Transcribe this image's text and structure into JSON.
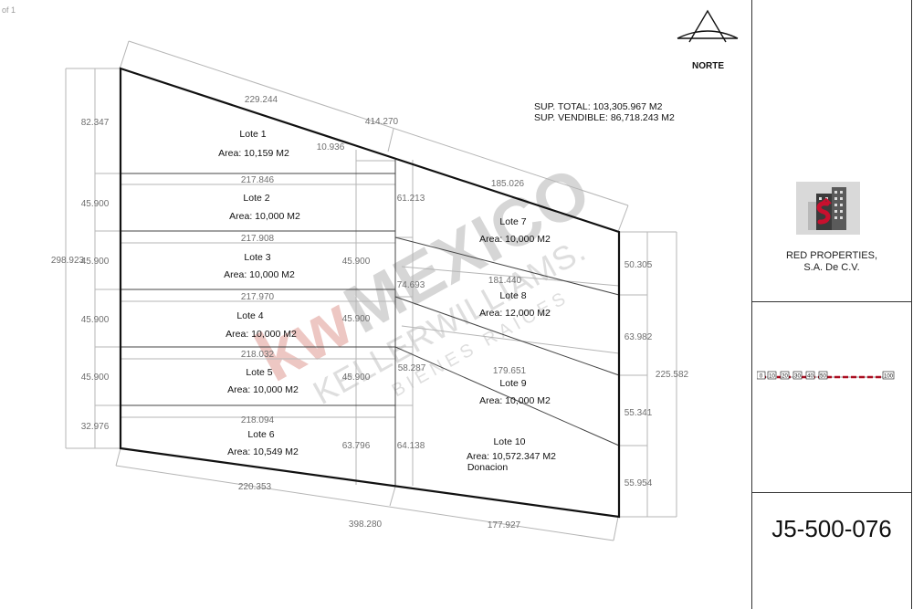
{
  "page_indicator": "of 1",
  "north_label": "NORTE",
  "totals": {
    "total_area": "SUP. TOTAL: 103,305.967 M2",
    "sellable_area": "SUP. VENDIBLE: 86,718.243 M2"
  },
  "lots": [
    {
      "name": "Lote 1",
      "area": "Area: 10,159 M2"
    },
    {
      "name": "Lote 2",
      "area": "Area: 10,000 M2"
    },
    {
      "name": "Lote 3",
      "area": "Area: 10,000 M2"
    },
    {
      "name": "Lote 4",
      "area": "Area: 10,000 M2"
    },
    {
      "name": "Lote 5",
      "area": "Area: 10,000 M2"
    },
    {
      "name": "Lote 6",
      "area": "Area: 10,549 M2"
    },
    {
      "name": "Lote 7",
      "area": "Area: 10,000 M2"
    },
    {
      "name": "Lote 8",
      "area": "Area: 12,000 M2"
    },
    {
      "name": "Lote 9",
      "area": "Area: 10,000 M2"
    },
    {
      "name": "Lote 10",
      "area": "Area: 10,572.347 M2",
      "note": "Donacion"
    }
  ],
  "dimensions": {
    "top_diag_1": "229.244",
    "top_diag_total": "414.270",
    "top_diag_2": "185.026",
    "left_total": "298.923",
    "left_1": "82.347",
    "left_2": "45.900",
    "left_3": "45.900",
    "left_4": "45.900",
    "left_5": "45.900",
    "left_6": "32.976",
    "w1": "217.846",
    "w2": "217.908",
    "w3": "217.970",
    "w4": "218.032",
    "w5": "218.094",
    "step": "10.936",
    "mid_1": "61.213",
    "mid_2": "45.900",
    "mid_3": "45.900",
    "mid_4": "45.900",
    "mid_5": "63.796",
    "inner_1": "74.693",
    "inner_2": "58.287",
    "inner_3": "64.138",
    "d8": "181.440",
    "d9": "179.651",
    "right_1": "50.305",
    "right_2": "63.982",
    "right_3": "55.341",
    "right_4": "55.954",
    "right_total": "225.582",
    "bottom_1": "220.353",
    "bottom_total": "398.280",
    "bottom_2": "177.927"
  },
  "watermark": {
    "brand": "kw",
    "region": "MEXICO",
    "line1": "KELLERWILLIAMS.",
    "line2": "BIENES RAICES"
  },
  "company": {
    "line1": "RED PROPERTIES,",
    "line2": "S.A. De C.V."
  },
  "scale_bar": {
    "ticks": [
      "0",
      "10",
      "20",
      "30",
      "40",
      "50",
      "100"
    ]
  },
  "property_code": "J5-500-076",
  "colors": {
    "watermark_red": "#c0392b",
    "watermark_grey": "#8a8a8a",
    "scale_red": "#d0021b"
  }
}
